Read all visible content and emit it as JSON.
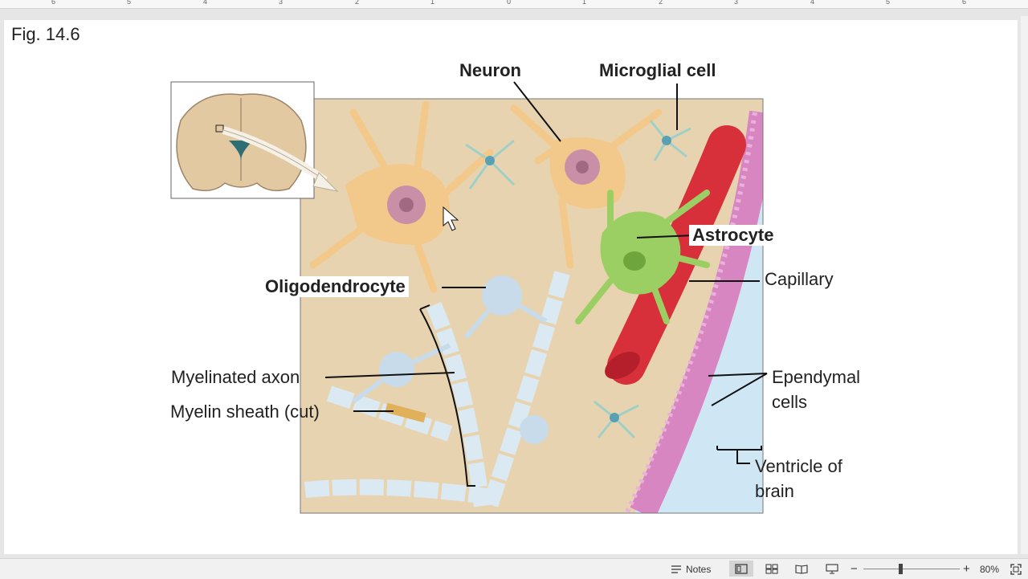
{
  "slide": {
    "figure_label": "Fig. 14.6",
    "labels": {
      "neuron": "Neuron",
      "microglial_cell": "Microglial cell",
      "astrocyte": "Astrocyte",
      "capillary": "Capillary",
      "oligodendrocyte": "Oligodendrocyte",
      "myelinated_axon": "Myelinated axon",
      "myelin_sheath": "Myelin sheath (cut)",
      "ependymal_line1": "Ependymal",
      "ependymal_line2": "cells",
      "ventricle_line1": "Ventricle of",
      "ventricle_line2": "brain"
    }
  },
  "ruler": {
    "numbers": [
      "6",
      "5",
      "4",
      "3",
      "2",
      "1",
      "0",
      "1",
      "2",
      "3",
      "4",
      "5",
      "6"
    ]
  },
  "statusbar": {
    "notes_label": "Notes",
    "zoom": "80%",
    "zoom_minus": "−",
    "zoom_plus": "+"
  },
  "colors": {
    "tissue": "#e8d3b0",
    "neuron": "#f2c98a",
    "nucleus": "#c98fa6",
    "astrocyte": "#9ccf63",
    "capillary": "#d8303a",
    "ependymal": "#d886c2",
    "ventricle": "#cfe6f4",
    "myelin": "#dbe9f2"
  }
}
